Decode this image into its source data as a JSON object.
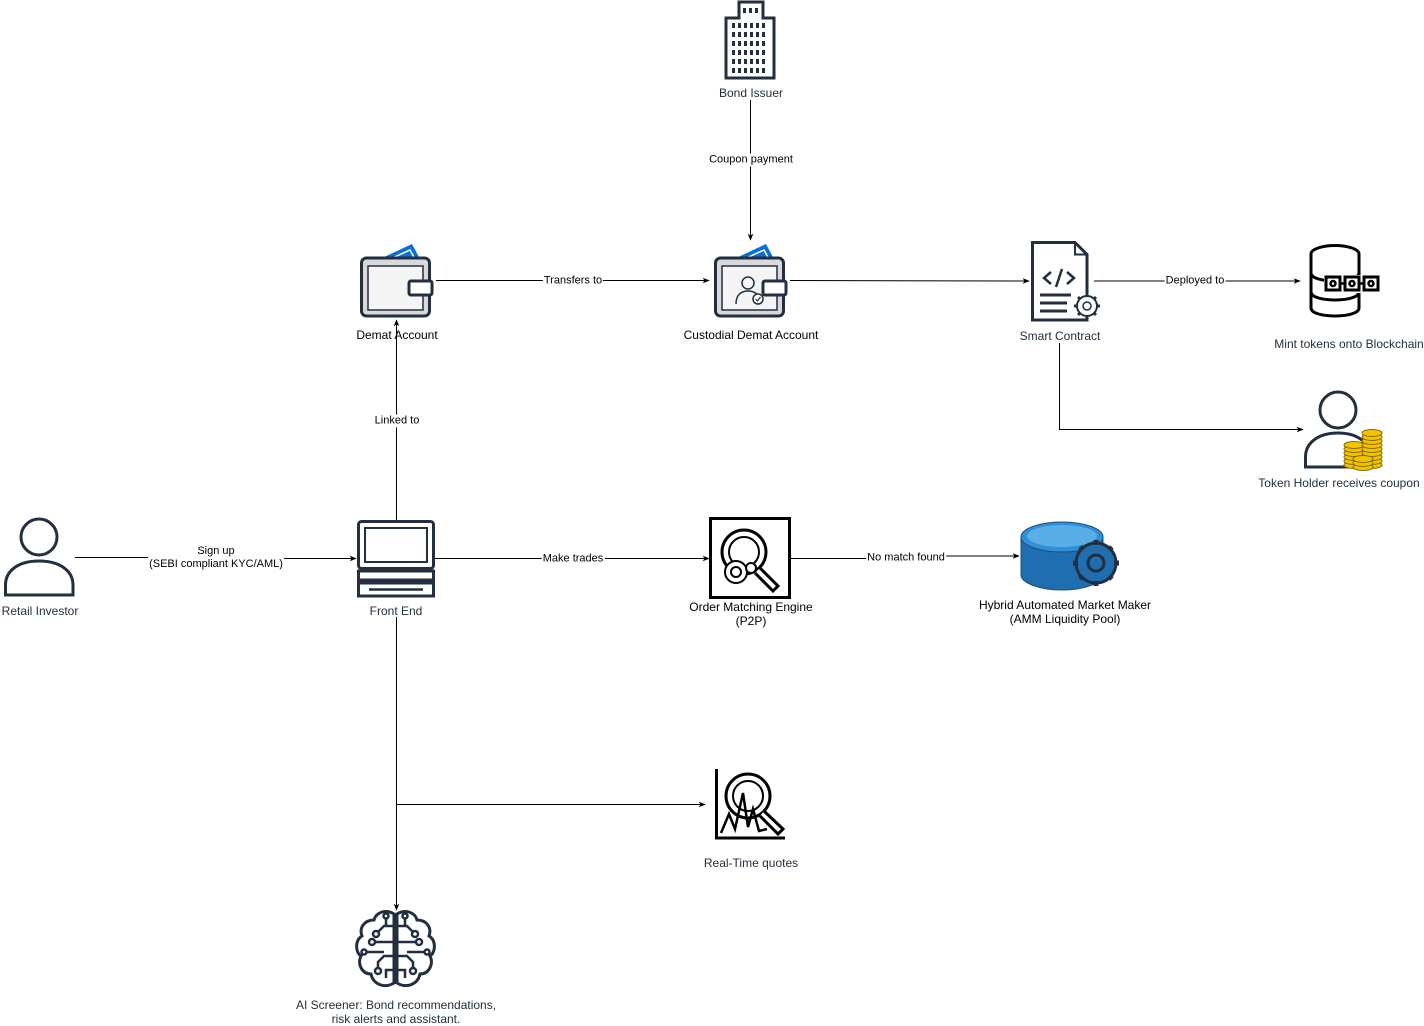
{
  "nodes": {
    "bond_issuer": "Bond Issuer",
    "demat_account": "Demat Account",
    "custodial_demat": "Custodial Demat Account",
    "smart_contract": "Smart Contract",
    "mint_tokens": "Mint tokens onto Blockchain",
    "token_holder": "Token Holder receives coupon",
    "retail_investor": "Retail Investor",
    "front_end": "Front End",
    "order_matching_line1": "Order Matching Engine",
    "order_matching_line2": "(P2P)",
    "amm_line1": "Hybrid Automated Market Maker",
    "amm_line2": "(AMM Liquidity Pool)",
    "realtime_quotes": "Real-Time quotes",
    "ai_screener_line1": "AI Screener: Bond recommendations,",
    "ai_screener_line2": "risk alerts and assistant."
  },
  "edges": {
    "coupon_payment": "Coupon payment",
    "transfers_to": "Transfers to",
    "deployed_to": "Deployed to",
    "linked_to": "Linked to",
    "sign_up_line1": "Sign up",
    "sign_up_line2": "(SEBI compliant KYC/AML)",
    "make_trades": "Make trades",
    "no_match_found": "No match found"
  },
  "icons": {
    "bond_issuer": "office-building-icon",
    "demat_account": "wallet-icon",
    "custodial_demat": "custodial-wallet-icon",
    "smart_contract": "smart-contract-icon",
    "mint_tokens": "blockchain-database-icon",
    "token_holder": "user-coins-icon",
    "retail_investor": "user-icon",
    "front_end": "computer-terminal-icon",
    "order_matching": "search-gear-icon",
    "amm": "database-gear-icon",
    "realtime_quotes": "chart-search-icon",
    "ai_screener": "brain-circuit-icon"
  },
  "colors": {
    "line": "#000000",
    "icon_dark": "#232f3e",
    "wallet_blue": "#0a6fd6",
    "amm_blue": "#1f6fb0",
    "coin_gold": "#f3c300"
  }
}
